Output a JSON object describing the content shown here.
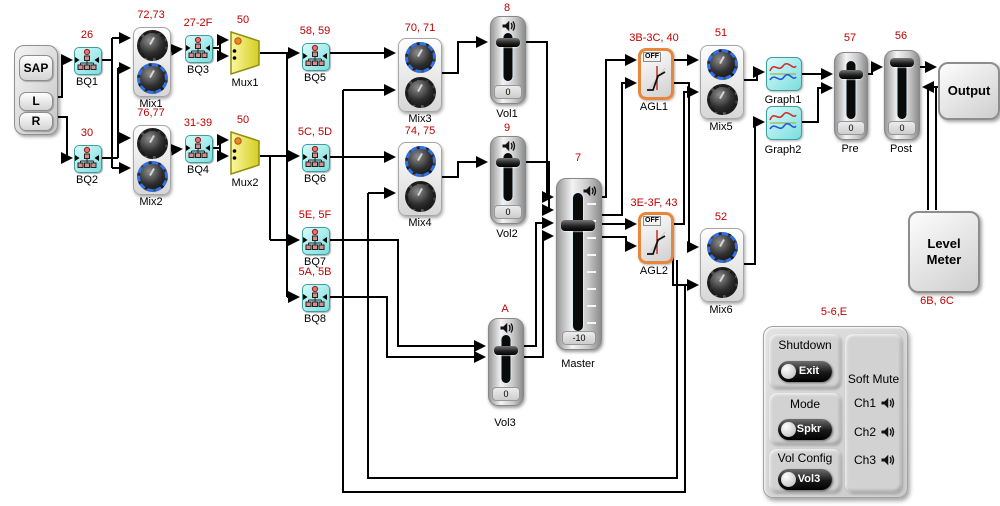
{
  "colors": {
    "addr_red": "#c00000",
    "wire": "#000000",
    "bq_cyan": "#7adede",
    "mux_yellow": "#e8e03c",
    "agl_orange": "#e8873c"
  },
  "input": {
    "buttons": {
      "sap": "SAP",
      "l": "L",
      "r": "R"
    }
  },
  "blocks": {
    "bq1": {
      "label": "BQ1",
      "addr": "26"
    },
    "bq2": {
      "label": "BQ2",
      "addr": "30"
    },
    "bq3": {
      "label": "BQ3",
      "addr": "27-2F"
    },
    "bq4": {
      "label": "BQ4",
      "addr": "31-39"
    },
    "bq5": {
      "label": "BQ5",
      "addr": "58, 59"
    },
    "bq6": {
      "label": "BQ6",
      "addr": "5C, 5D"
    },
    "bq7": {
      "label": "BQ7",
      "addr": "5E, 5F"
    },
    "bq8": {
      "label": "BQ8",
      "addr": "5A, 5B"
    },
    "mux1": {
      "label": "Mux1",
      "addr": "50"
    },
    "mux2": {
      "label": "Mux2",
      "addr": "50"
    },
    "mix1": {
      "label": "Mix1",
      "addr": "72,73"
    },
    "mix2": {
      "label": "Mix2",
      "addr": "76,77"
    },
    "mix3": {
      "label": "Mix3",
      "addr": "70, 71"
    },
    "mix4": {
      "label": "Mix4",
      "addr": "74, 75"
    },
    "mix5": {
      "label": "Mix5",
      "addr": "51"
    },
    "mix6": {
      "label": "Mix6",
      "addr": "52"
    },
    "vol1": {
      "label": "Vol1",
      "addr": "8",
      "value": "0"
    },
    "vol2": {
      "label": "Vol2",
      "addr": "9",
      "value": "0"
    },
    "vol3": {
      "label": "Vol3",
      "addr": "A",
      "value": "0"
    },
    "master": {
      "label": "Master",
      "addr": "7",
      "value": "-10"
    },
    "agl1": {
      "label": "AGL1",
      "addr": "3B-3C, 40",
      "state": "OFF"
    },
    "agl2": {
      "label": "AGL2",
      "addr": "3E-3F, 43",
      "state": "OFF"
    },
    "graph1": {
      "label": "Graph1"
    },
    "graph2": {
      "label": "Graph2"
    },
    "pre": {
      "label": "Pre",
      "addr": "57",
      "value": "0"
    },
    "post": {
      "label": "Post",
      "addr": "56",
      "value": "0"
    },
    "output": {
      "label": "Output"
    },
    "level_meter": {
      "label": "Level Meter",
      "addr": "6B, 6C"
    }
  },
  "panel": {
    "addr": "5-6,E",
    "groups": [
      {
        "title": "Shutdown",
        "button": "Exit"
      },
      {
        "title": "Mode",
        "button": "Spkr"
      },
      {
        "title": "Vol Config",
        "button": "Vol3"
      }
    ],
    "soft_mute": {
      "title": "Soft Mute",
      "channels": [
        "Ch1",
        "Ch2",
        "Ch3"
      ]
    }
  }
}
